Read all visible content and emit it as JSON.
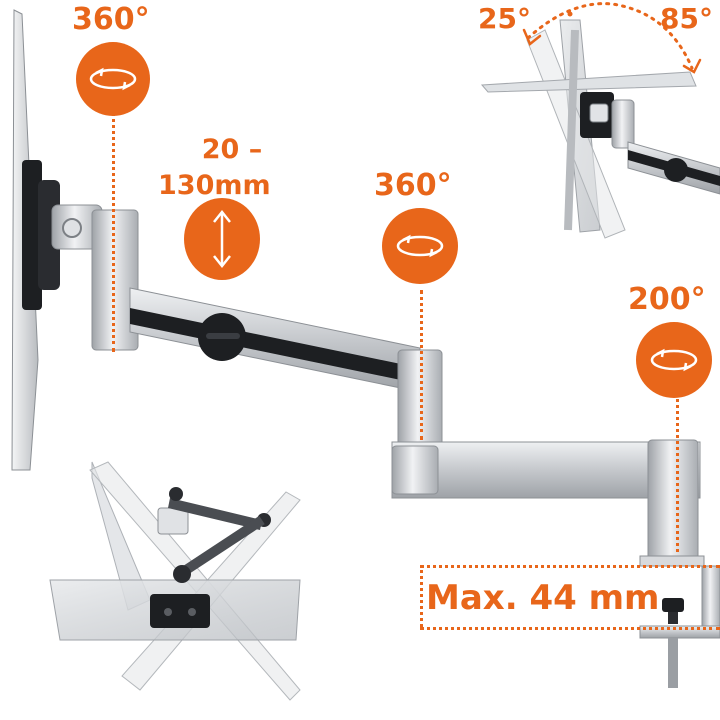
{
  "labels": {
    "rotation_top_left": "360°",
    "height_range_line1": "20 –",
    "height_range_line2": "130mm",
    "rotation_middle": "360°",
    "tilt_back": "25°",
    "tilt_forward": "85°",
    "rotation_base": "200°",
    "clamp_max": "Max. 44 mm"
  },
  "colors": {
    "accent": "#e8661a",
    "aluminium": "#c9ccd0",
    "black_part": "#1d1f22"
  },
  "icons": [
    "rotate-icon",
    "height-adjust-icon",
    "rotate-icon",
    "rotate-icon"
  ]
}
